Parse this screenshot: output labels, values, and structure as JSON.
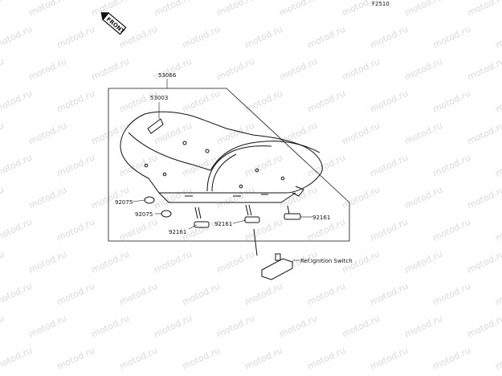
{
  "figure_code": "F2510",
  "front_badge": "FRONT",
  "watermark": "motod.ru",
  "callouts": {
    "seat_assembly": "53066",
    "emblem": "53003",
    "damper_upper": "92075",
    "damper_lower": "92075",
    "bolt_left": "92161",
    "bolt_mid": "92161",
    "bolt_right": "92161"
  },
  "reference_label": "Ref.Ignition Switch"
}
